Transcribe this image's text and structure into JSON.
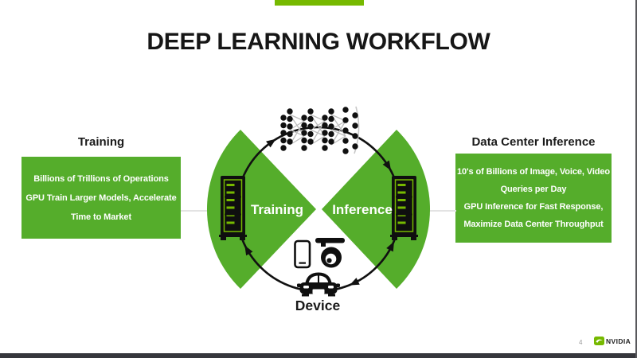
{
  "slide": {
    "title": "DEEP LEARNING WORKFLOW",
    "page_number": "4",
    "brand_name": "NVIDIA",
    "colors": {
      "main_green": "#55ad2b",
      "nvidia_green": "#76b900",
      "footer_bar": "#36373c",
      "text_dark": "#161616"
    }
  },
  "training_panel": {
    "heading": "Training",
    "lines": [
      "Billions of Trillions of Operations",
      "GPU Train Larger Models, Accelerate",
      "Time to Market"
    ]
  },
  "inference_panel": {
    "heading": "Data Center Inference",
    "lines": [
      "10's of Billions of Image, Voice, Video",
      "Queries per Day",
      "GPU Inference for Fast Response,",
      "Maximize Data Center Throughput"
    ]
  },
  "diagram": {
    "left_wedge_label": "Training",
    "right_wedge_label": "Inference",
    "bottom_label": "Device",
    "flow": "clockwise-cycle",
    "icons": {
      "top": "neural-network-icon",
      "left": "server-rack-icon",
      "right": "server-rack-icon",
      "bottom": [
        "smartphone-icon",
        "security-camera-icon",
        "car-icon"
      ]
    }
  }
}
